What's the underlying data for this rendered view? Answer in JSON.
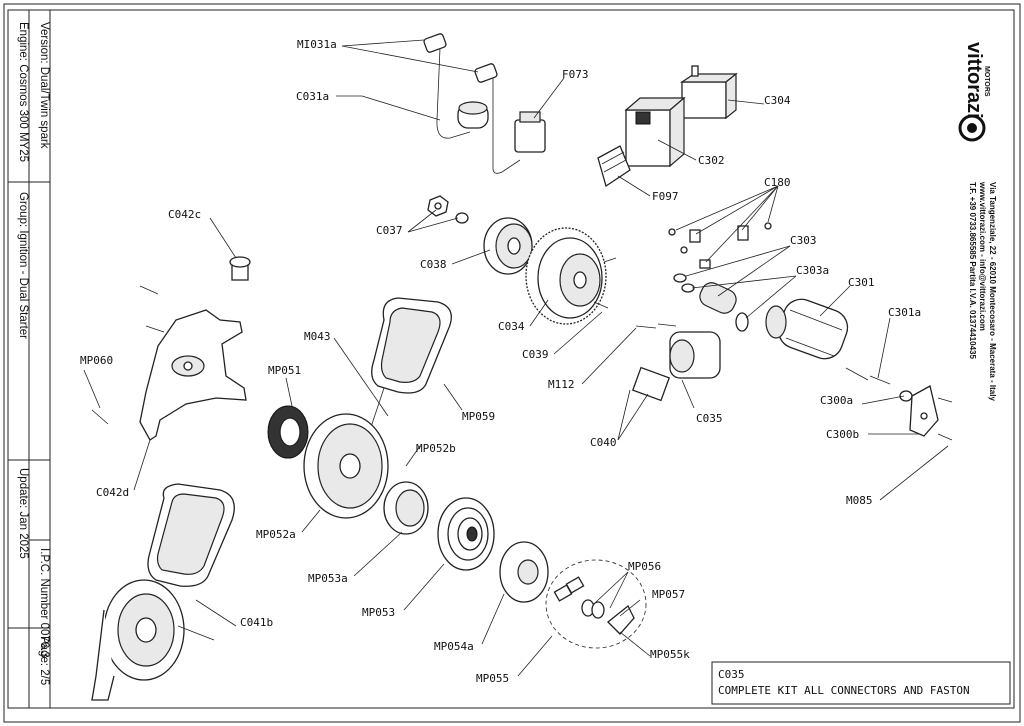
{
  "sidebar": {
    "engine": "Engine: Cosmos 300 MY25",
    "version": "Version: Dual/Twin spark",
    "group": "Group: Ignition - Dual Starter",
    "update": "Update: Jan 2025",
    "ipc": "I.P.C. Number 0076.3",
    "page": "Page: 2/5"
  },
  "brand": {
    "name": "vittorazi",
    "tagline": "MOTORS",
    "address_line1": "Via Tangenziale, 22 - 62010 Montecosaro - Macerata - Italy",
    "address_line2": "www.vittorazi.com - info@vittorazi.com",
    "address_line3": "T.F. +39 0733.865585 Partita I.V.A. 01374410435"
  },
  "parts": {
    "MI031a": "MI031a",
    "C031a": "C031a",
    "F073": "F073",
    "C304": "C304",
    "C302": "C302",
    "F097": "F097",
    "C180": "C180",
    "C303": "C303",
    "C303a": "C303a",
    "C301": "C301",
    "C301a": "C301a",
    "C037": "C037",
    "C042c": "C042c",
    "C038": "C038",
    "C034": "C034",
    "C039": "C039",
    "M112": "M112",
    "C035": "C035",
    "C040": "C040",
    "C300a": "C300a",
    "C300b": "C300b",
    "M085": "M085",
    "MP060": "MP060",
    "M043": "M043",
    "MP051": "MP051",
    "MP059": "MP059",
    "MP052b": "MP052b",
    "C042d": "C042d",
    "MP052a": "MP052a",
    "MP053a": "MP053a",
    "MP053": "MP053",
    "MP056": "MP056",
    "MP057": "MP057",
    "MP054a": "MP054a",
    "MP055k": "MP055k",
    "MP055": "MP055",
    "C041b": "C041b"
  },
  "note": {
    "code": "C035",
    "description": "COMPLETE KIT ALL CONNECTORS AND FASTON"
  }
}
